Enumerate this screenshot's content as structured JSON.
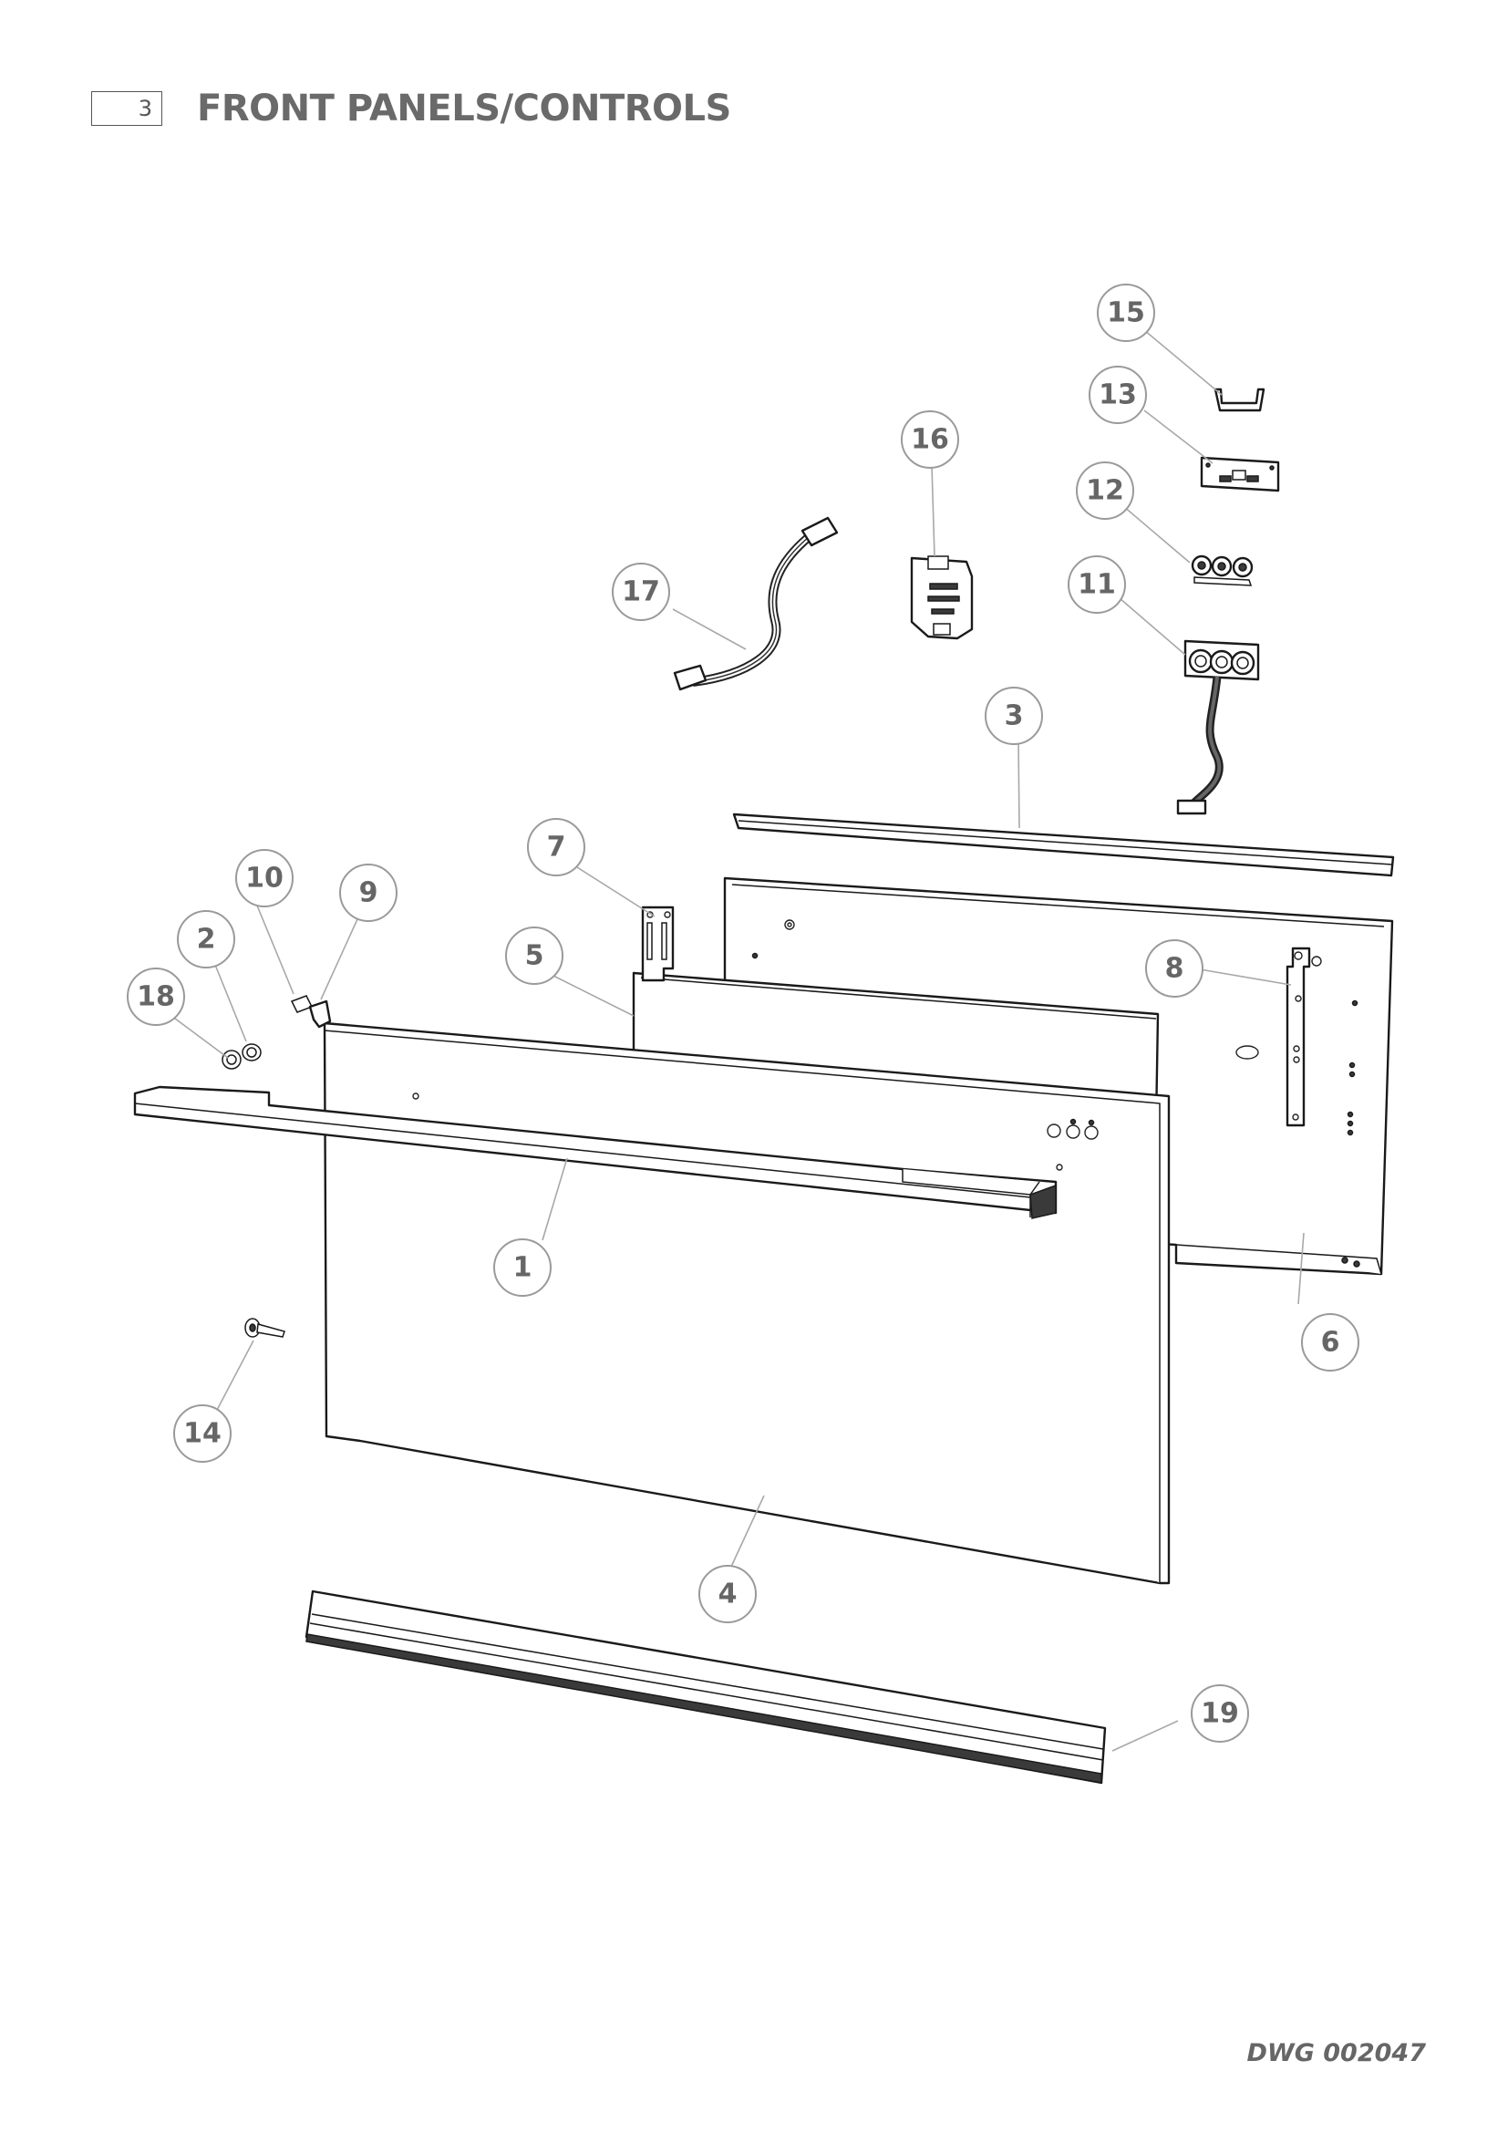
{
  "header": {
    "section_number": "3",
    "title": "FRONT PANELS/CONTROLS"
  },
  "footer": {
    "drawing_ref": "DWG 002047"
  },
  "callouts": [
    {
      "id": "c1",
      "label": "1"
    },
    {
      "id": "c2",
      "label": "2"
    },
    {
      "id": "c3",
      "label": "3"
    },
    {
      "id": "c4",
      "label": "4"
    },
    {
      "id": "c5",
      "label": "5"
    },
    {
      "id": "c6",
      "label": "6"
    },
    {
      "id": "c7",
      "label": "7"
    },
    {
      "id": "c8",
      "label": "8"
    },
    {
      "id": "c9",
      "label": "9"
    },
    {
      "id": "c10",
      "label": "10"
    },
    {
      "id": "c11",
      "label": "11"
    },
    {
      "id": "c12",
      "label": "12"
    },
    {
      "id": "c13",
      "label": "13"
    },
    {
      "id": "c14",
      "label": "14"
    },
    {
      "id": "c15",
      "label": "15"
    },
    {
      "id": "c16",
      "label": "16"
    },
    {
      "id": "c17",
      "label": "17"
    },
    {
      "id": "c18",
      "label": "18"
    },
    {
      "id": "c19",
      "label": "19"
    }
  ]
}
